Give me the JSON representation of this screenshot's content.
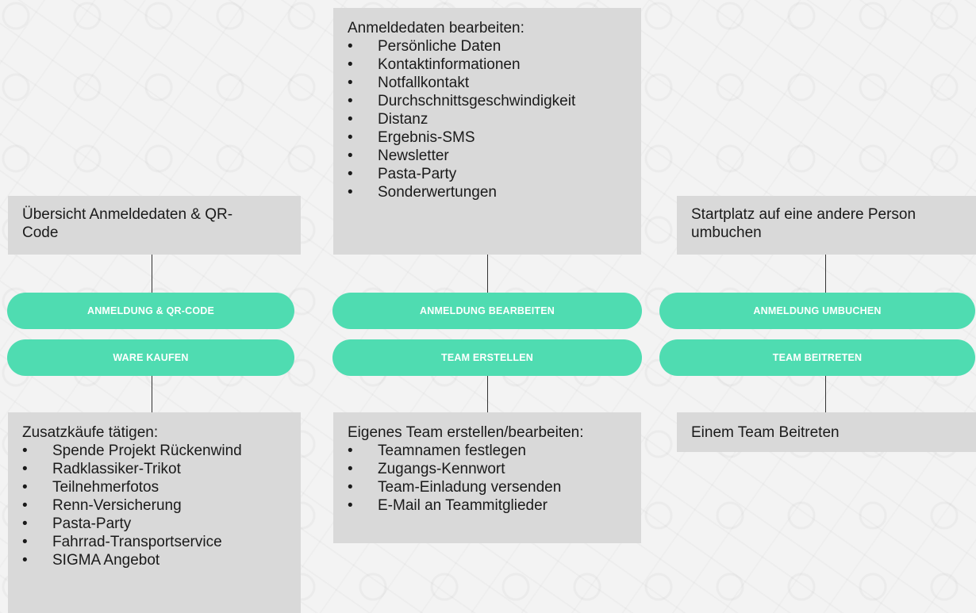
{
  "left": {
    "top_panel": {
      "text": "Übersicht Anmeldedaten & QR-Code"
    },
    "button_top": "ANMELDUNG & QR-CODE",
    "button_bottom": "WARE KAUFEN",
    "bottom_panel": {
      "heading": "Zusatzkäufe tätigen:",
      "items": [
        "Spende Projekt Rückenwind",
        "Radklassiker-Trikot",
        "Teilnehmerfotos",
        "Renn-Versicherung",
        "Pasta-Party",
        "Fahrrad-Transportservice",
        "SIGMA Angebot"
      ]
    }
  },
  "middle": {
    "top_panel": {
      "heading": "Anmeldedaten bearbeiten:",
      "items": [
        "Persönliche Daten",
        "Kontaktinformationen",
        "Notfallkontakt",
        "Durchschnittsgeschwindigkeit",
        "Distanz",
        "Ergebnis-SMS",
        "Newsletter",
        "Pasta-Party",
        "Sonderwertungen"
      ]
    },
    "button_top": "ANMELDUNG BEARBEITEN",
    "button_bottom": "TEAM ERSTELLEN",
    "bottom_panel": {
      "heading": "Eigenes Team erstellen/bearbeiten:",
      "items": [
        "Teamnamen festlegen",
        "Zugangs-Kennwort",
        "Team-Einladung versenden",
        "E-Mail an Teammitglieder"
      ]
    }
  },
  "right": {
    "top_panel": {
      "text": "Startplatz auf eine andere Person umbuchen"
    },
    "button_top": "ANMELDUNG UMBUCHEN",
    "button_bottom": "TEAM BEITRETEN",
    "bottom_panel": {
      "text": "Einem Team Beitreten"
    }
  },
  "colors": {
    "button": "#4fdcb1",
    "panel": "#d9d9d9",
    "connector": "#333333"
  }
}
